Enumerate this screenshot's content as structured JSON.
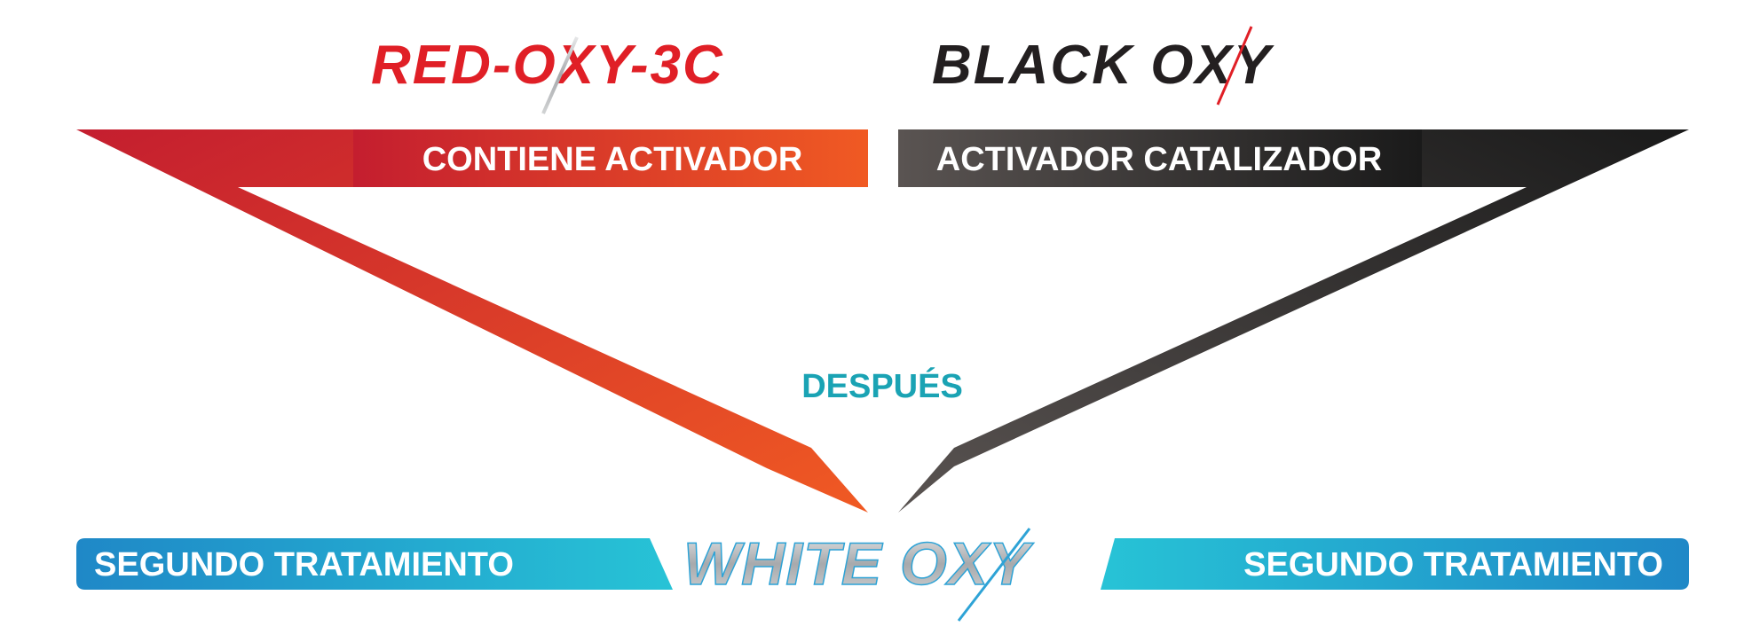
{
  "logos": {
    "red": {
      "text": "RED-OXY-3C",
      "color": "#e01f26"
    },
    "black": {
      "text": "BLACK OXY",
      "color": "#231f20"
    },
    "white": {
      "text": "WHITE OXY",
      "color": "#2ea3d6"
    }
  },
  "banners": {
    "left_top": "CONTIENE ACTIVADOR",
    "right_top": "ACTIVADOR CATALIZADOR",
    "bottom_left": "SEGUNDO TRATAMIENTO",
    "bottom_right": "SEGUNDO TRATAMIENTO"
  },
  "center_label": "DESPUÉS",
  "colors": {
    "red_start": "#c41e2f",
    "red_end": "#f05a23",
    "dark_start": "#5a5452",
    "dark_end": "#1a1a1a",
    "teal": "#1aa3b4",
    "blue_start": "#1f88c7",
    "blue_end": "#27c3d6",
    "silver": "#b9bcbe"
  }
}
